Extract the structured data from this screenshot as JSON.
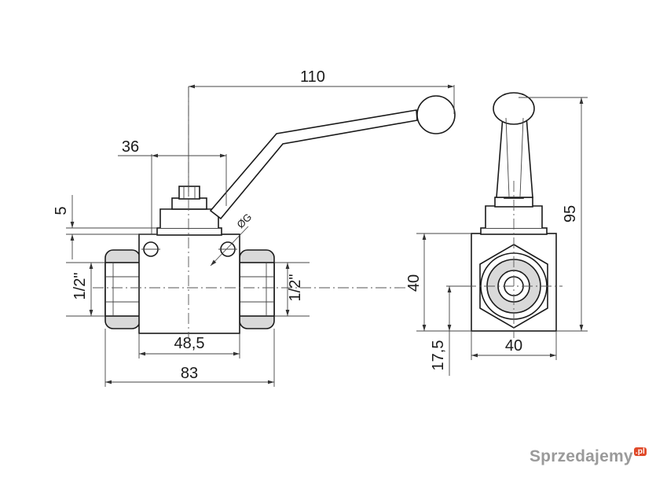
{
  "dimensions": {
    "overall_height_to_handle": "110",
    "stem_offset": "36",
    "flange_step": "5",
    "thread_left": "1/2\"",
    "thread_right": "1/2\"",
    "hole_dia": "ØG",
    "body_length": "48,5",
    "total_length": "83",
    "body_height_side": "40",
    "total_height_side": "95",
    "body_width_side": "40",
    "axis_height_side": "17,5"
  },
  "watermark": {
    "text": "Sprzedajemy",
    "tld": ".pl"
  }
}
